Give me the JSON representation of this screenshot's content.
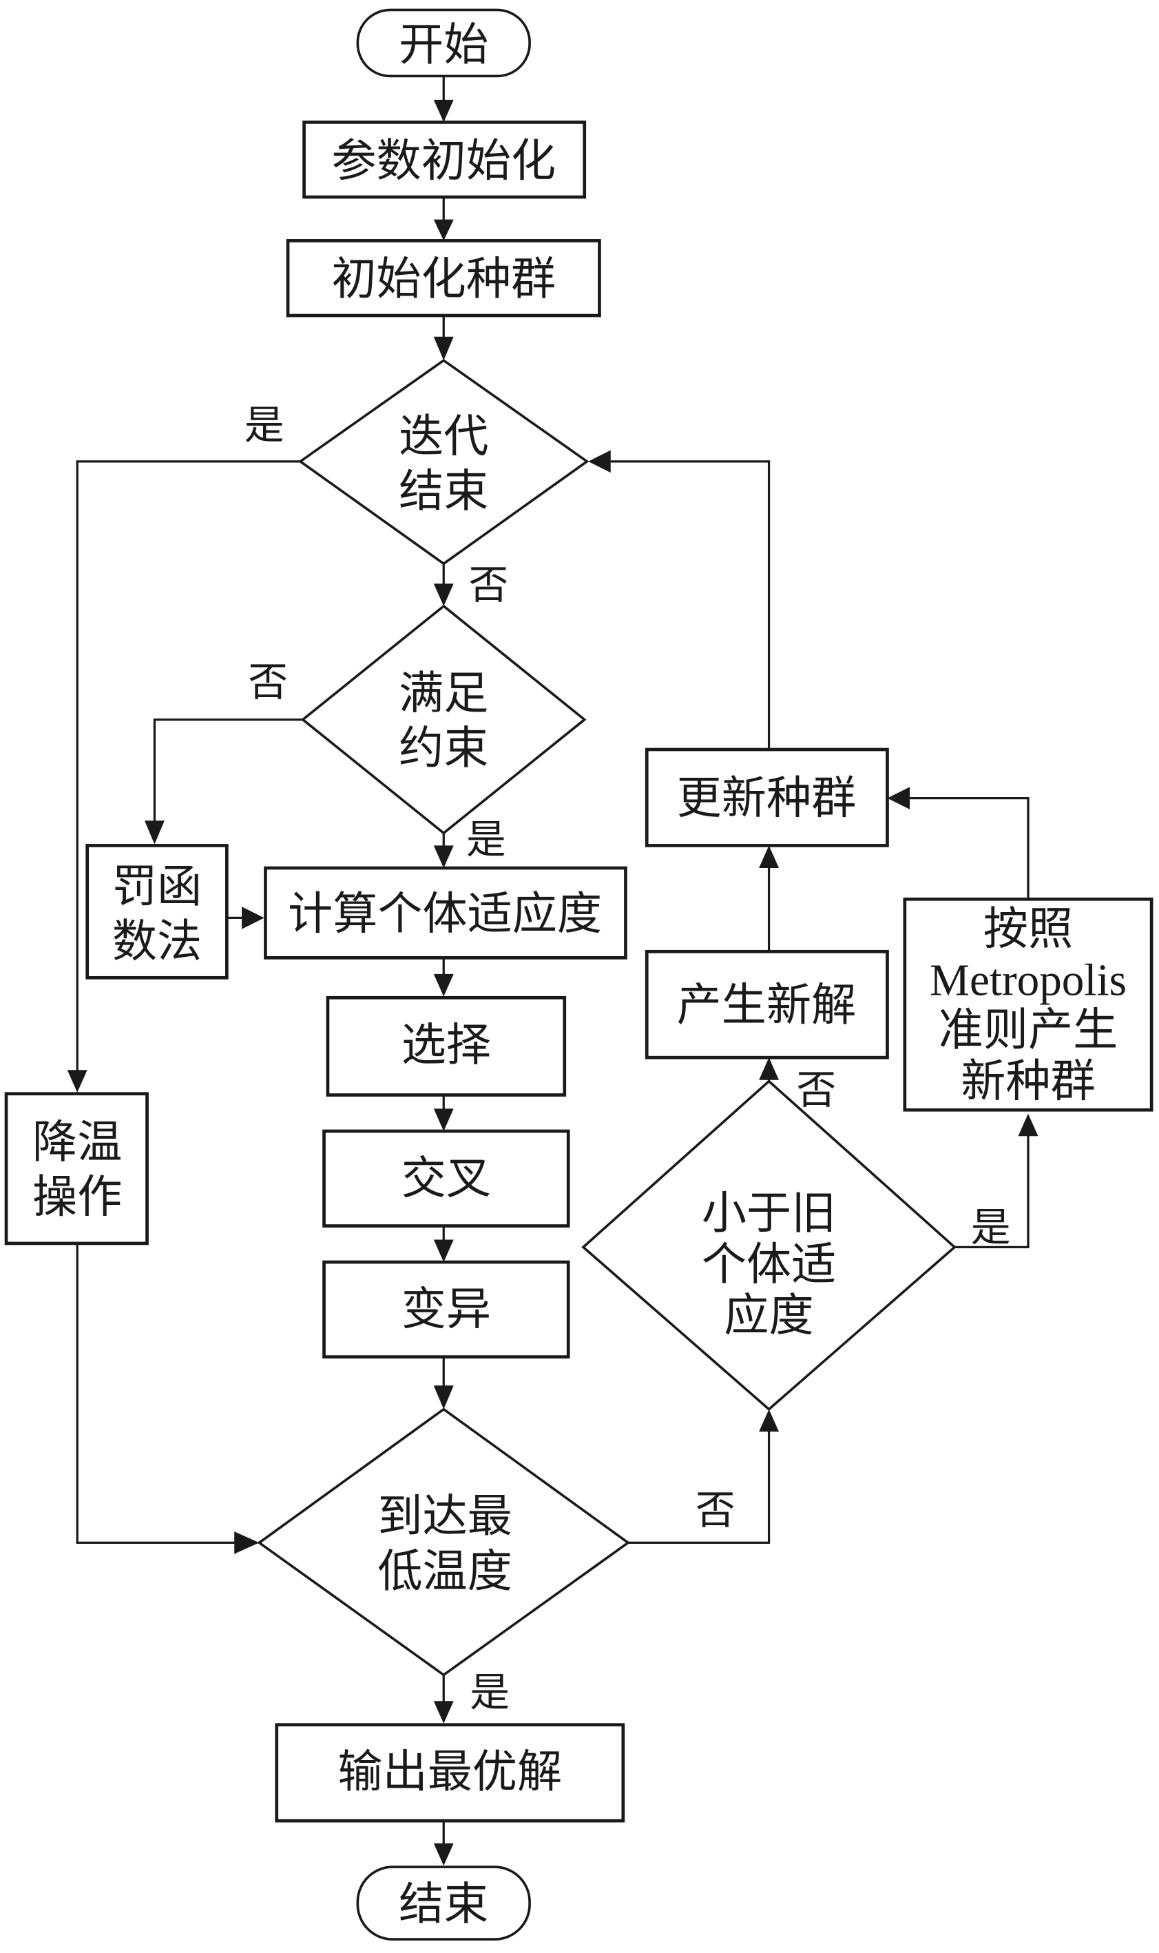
{
  "nodes": {
    "start": "开始",
    "param_init": "参数初始化",
    "pop_init": "初始化种群",
    "iter_end": [
      "迭代",
      "结束"
    ],
    "constraint": [
      "满足",
      "约束"
    ],
    "penalty": [
      "罚函",
      "数法"
    ],
    "fitness": "计算个体适应度",
    "select": "选择",
    "crossover": "交叉",
    "mutation": "变异",
    "cooling": [
      "降温",
      "操作"
    ],
    "min_temp": [
      "到达最",
      "低温度"
    ],
    "less_old": [
      "小于旧",
      "个体适",
      "应度"
    ],
    "new_solution": "产生新解",
    "update_pop": "更新种群",
    "metropolis": [
      "按照",
      "Metropolis",
      "准则产生",
      "新种群"
    ],
    "output": "输出最优解",
    "end": "结束"
  },
  "edge_labels": {
    "iter_yes": "是",
    "iter_no": "否",
    "constraint_no": "否",
    "constraint_yes": "是",
    "temp_no": "否",
    "temp_yes": "是",
    "less_no": "否",
    "less_yes": "是"
  }
}
